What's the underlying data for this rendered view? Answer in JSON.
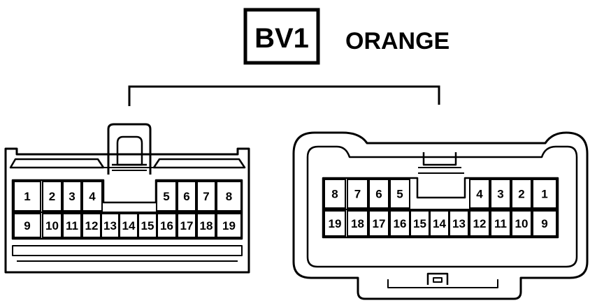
{
  "connector": {
    "code": "BV1",
    "color": "ORANGE"
  },
  "left_connector": {
    "top_row": [
      "1",
      "2",
      "3",
      "4",
      "5",
      "6",
      "7",
      "8"
    ],
    "bottom_row": [
      "9",
      "10",
      "11",
      "12",
      "13",
      "14",
      "15",
      "16",
      "17",
      "18",
      "19"
    ]
  },
  "right_connector": {
    "top_row": [
      "8",
      "7",
      "6",
      "5",
      "4",
      "3",
      "2",
      "1"
    ],
    "bottom_row": [
      "19",
      "18",
      "17",
      "16",
      "15",
      "14",
      "13",
      "12",
      "11",
      "10",
      "9"
    ]
  }
}
